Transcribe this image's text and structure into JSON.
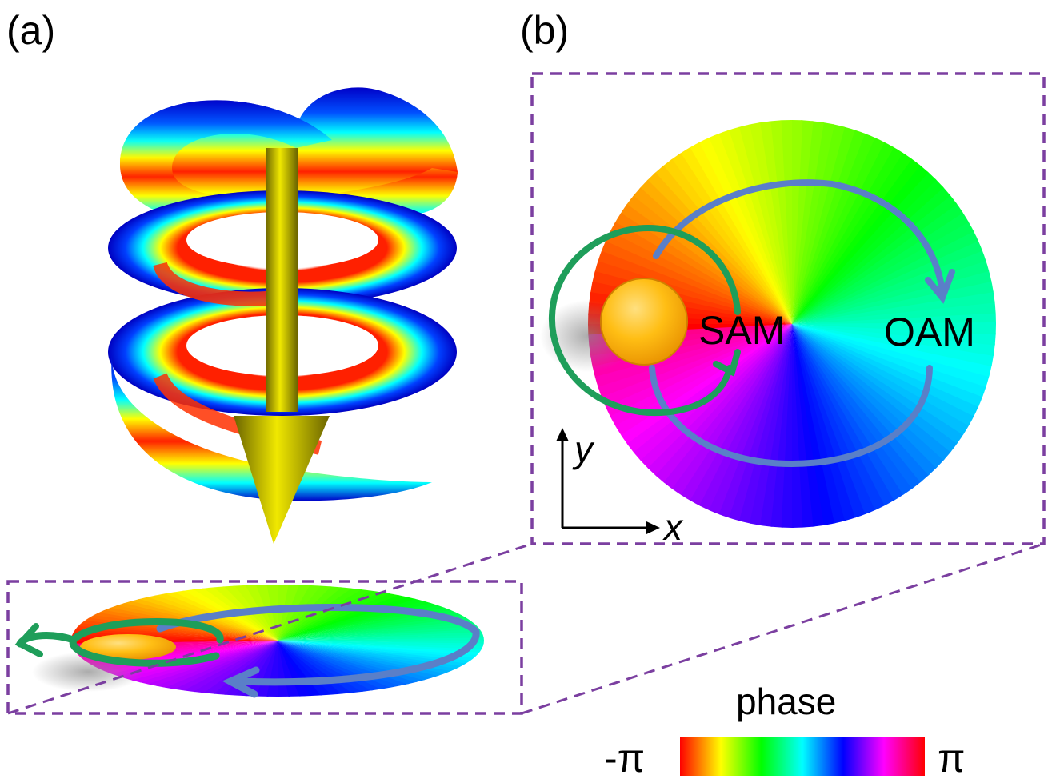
{
  "panels": {
    "a": {
      "label": "(a)"
    },
    "b": {
      "label": "(b)"
    }
  },
  "annotations": {
    "sam": "SAM",
    "oam": "OAM",
    "axis_x": "x",
    "axis_y": "y"
  },
  "colorbar": {
    "title": "phase",
    "min_label": "-π",
    "max_label": "π",
    "colors": [
      "#ff0000",
      "#ff8000",
      "#ffff00",
      "#80ff00",
      "#00ff00",
      "#00ff80",
      "#00ffff",
      "#0080ff",
      "#0000ff",
      "#8000ff",
      "#ff00ff",
      "#ff0080",
      "#ff0000"
    ]
  },
  "colors": {
    "sam_arrow": "#1e9e5a",
    "oam_arrow": "#5a7fc8",
    "zoom_box": "#7b3fa0",
    "particle": "#ffbe14",
    "beam_arrow": "#c8c000"
  },
  "icons": {
    "particle": "sphere",
    "beam": "downward-arrow"
  }
}
